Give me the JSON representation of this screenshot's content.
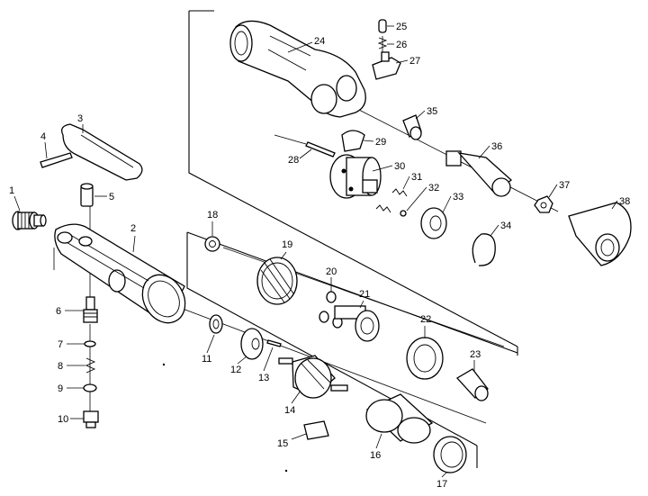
{
  "diagram": {
    "type": "exploded-parts-view",
    "colors": {
      "ink": "#000000",
      "paper": "#ffffff"
    },
    "part_numbers": [
      "1",
      "2",
      "3",
      "4",
      "5",
      "6",
      "7",
      "8",
      "9",
      "10",
      "11",
      "12",
      "13",
      "14",
      "15",
      "16",
      "17",
      "18",
      "19",
      "20",
      "21",
      "22",
      "23",
      "24",
      "25",
      "26",
      "27",
      "28",
      "29",
      "30",
      "31",
      "32",
      "33",
      "34",
      "35",
      "36",
      "37",
      "38"
    ]
  }
}
